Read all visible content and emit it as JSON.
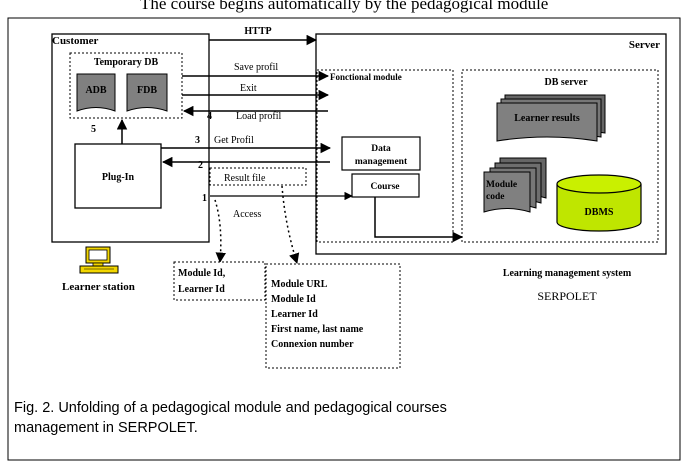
{
  "top_clip_text": "The course begins automatically by the pedagogical module",
  "customer": {
    "title": "Customer",
    "temp_db_title": "Temporary DB",
    "adb_label": "ADB",
    "fdb_label": "FDB",
    "plugin_label": "Plug-In"
  },
  "server": {
    "title": "Server",
    "functional_module_title": "Fonctional module",
    "data_management_line1": "Data",
    "data_management_line2": "management",
    "course_label": "Course",
    "db_server_title": "DB server",
    "learner_results_label": "Learner results",
    "module_code_line1": "Module",
    "module_code_line2": "code",
    "dbms_label": "DBMS"
  },
  "arrows": {
    "http": "HTTP",
    "save_profil": "Save profil",
    "exit": "Exit",
    "load_profil": "Load profil",
    "get_profil": "Get Profil",
    "result_file": "Result file",
    "access": "Access",
    "num_1": "1",
    "num_2": "2",
    "num_3": "3",
    "num_4": "4",
    "num_5": "5"
  },
  "learner_station_label": "Learner station",
  "lms": {
    "label": "Learning management system",
    "name": "SERPOLET"
  },
  "callout_small": {
    "line1": "Module Id,",
    "line2": "Learner Id"
  },
  "callout_large": {
    "lines": [
      "Module URL",
      "Module Id",
      "Learner Id",
      "First name, last name",
      "Connexion number"
    ]
  },
  "caption": {
    "line1": "Fig. 2. Unfolding of a pedagogical module and pedagogical courses",
    "line2": "management in SERPOLET."
  }
}
